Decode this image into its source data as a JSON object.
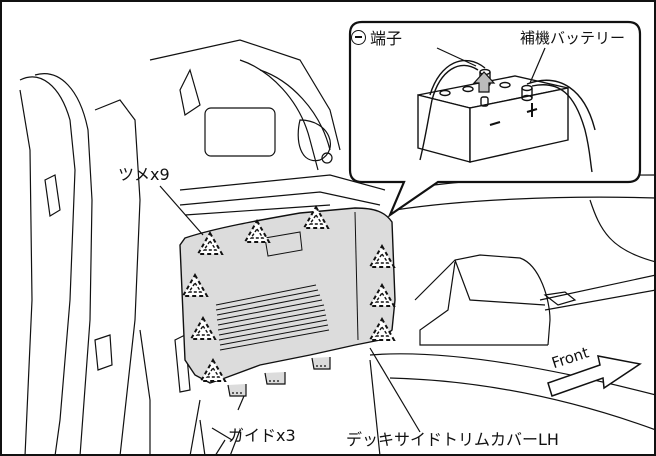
{
  "labels": {
    "terminal": "端子",
    "aux_battery": "補機バッテリー",
    "claws": "ツメx9",
    "guides": "ガイドx3",
    "cover": "デッキサイドトリムカバーLH",
    "front": "Front"
  },
  "icons": {
    "terminal_symbol": "minus-circle-icon",
    "claw_marker": "dashed-triangle-icon",
    "direction_arrow": "front-arrow-icon"
  },
  "colors": {
    "line": "#111111",
    "cover_fill": "#dcdcdc",
    "background": "#ffffff"
  }
}
